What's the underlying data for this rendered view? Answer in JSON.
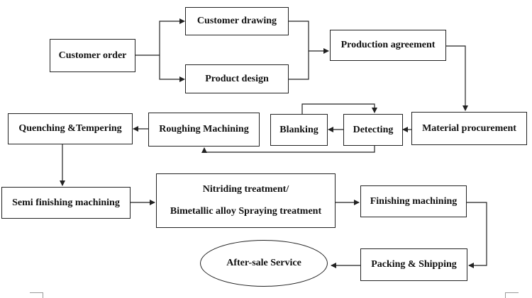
{
  "nodes": {
    "customer_order": "Customer order",
    "customer_drawing": "Customer drawing",
    "product_design": "Product design",
    "production_agreement": "Production agreement",
    "material_procurement": "Material procurement",
    "detecting": "Detecting",
    "blanking": "Blanking",
    "roughing_machining": "Roughing Machining",
    "quenching_tempering": "Quenching &Tempering",
    "semi_finishing": "Semi finishing machining",
    "nitriding_line1": "Nitriding treatment/",
    "nitriding_line2": "Bimetallic alloy Spraying treatment",
    "finishing_machining": "Finishing machining",
    "packing_shipping": "Packing & Shipping",
    "after_sale": "After-sale Service"
  },
  "edges": [
    {
      "from": "Customer order",
      "to": "Customer drawing"
    },
    {
      "from": "Customer order",
      "to": "Product design"
    },
    {
      "from": "Customer drawing",
      "to": "Production agreement"
    },
    {
      "from": "Product design",
      "to": "Production agreement"
    },
    {
      "from": "Production agreement",
      "to": "Material procurement"
    },
    {
      "from": "Material procurement",
      "to": "Detecting"
    },
    {
      "from": "Detecting",
      "to": "Blanking"
    },
    {
      "from": "Blanking",
      "to": "Detecting"
    },
    {
      "from": "Detecting",
      "to": "Roughing Machining"
    },
    {
      "from": "Roughing Machining",
      "to": "Quenching &Tempering"
    },
    {
      "from": "Quenching &Tempering",
      "to": "Semi finishing machining"
    },
    {
      "from": "Semi finishing machining",
      "to": "Nitriding treatment/ Bimetallic alloy Spraying treatment"
    },
    {
      "from": "Nitriding treatment/ Bimetallic alloy Spraying treatment",
      "to": "Finishing machining"
    },
    {
      "from": "Finishing machining",
      "to": "Packing & Shipping"
    },
    {
      "from": "Packing & Shipping",
      "to": "After-sale Service"
    }
  ]
}
